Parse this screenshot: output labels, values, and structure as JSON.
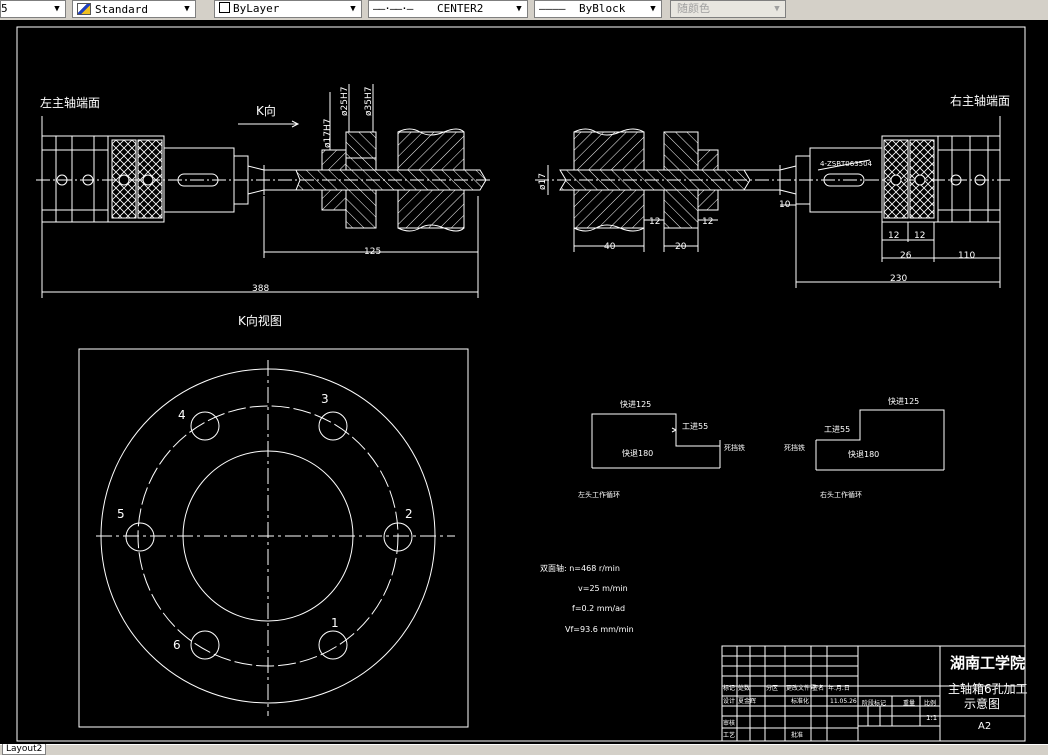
{
  "toolbar": {
    "layer_value": "5",
    "text_style": "Standard",
    "color": "ByLayer",
    "linetype": "CENTER2",
    "lineweight": "ByBlock",
    "plot_style": "随颜色"
  },
  "labels": {
    "left_end": "左主轴端面",
    "right_end": "右主轴端面",
    "k_arrow": "K向",
    "k_view": "K向视图",
    "d17h7": "ø17H7",
    "d25h7": "ø25H7",
    "d35h7": "ø35H7",
    "d17": "ø17",
    "screws": "4-ZSBT063504",
    "dim_125": "125",
    "dim_388": "388",
    "dim_40": "40",
    "dim_12a": "12",
    "dim_20": "20",
    "dim_12b": "12",
    "dim_10": "10",
    "dim_12c": "12",
    "dim_12d": "12",
    "dim_26": "26",
    "dim_110": "110",
    "dim_230": "230"
  },
  "holes": [
    "1",
    "2",
    "3",
    "4",
    "5",
    "6"
  ],
  "cycle_left": {
    "fast_in": "快进125",
    "work_feed": "工进55",
    "fast_back": "快退180",
    "stop": "死挡铁",
    "caption": "左头工作循环"
  },
  "cycle_right": {
    "fast_in": "快进125",
    "work_feed": "工进55",
    "fast_back": "快退180",
    "stop": "死挡铁",
    "caption": "右头工作循环"
  },
  "params": {
    "spindle": "双面轴: n=468 r/min",
    "v": "v=25 m/min",
    "f": "f=0.2 mm/ad",
    "vf": "Vf=93.6 mm/min"
  },
  "title_block": {
    "school": "湖南工学院",
    "title_line1": "主轴箱6孔加工",
    "title_line2": "示意图",
    "size": "A2",
    "scale": "1:1",
    "r1": [
      "标记",
      "处数",
      "分区",
      "更改文件号",
      "签名",
      "年.月.日"
    ],
    "r2": [
      "设计",
      "夏金辉",
      "",
      "标准化",
      "",
      "11.05.26"
    ],
    "r3": [
      "审核",
      "",
      "",
      "",
      "",
      ""
    ],
    "r4": [
      "工艺",
      "",
      "",
      "批准",
      "",
      ""
    ],
    "stage": "阶段标记",
    "weight": "重量",
    "ratio": "比例"
  },
  "layout_tab": "Layout2"
}
